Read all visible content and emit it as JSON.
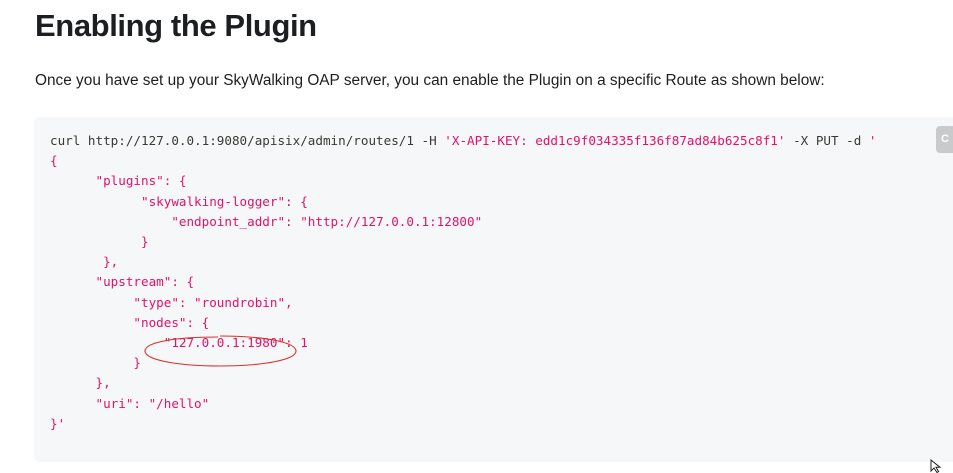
{
  "heading": "Enabling the Plugin",
  "intro": "Once you have set up your SkyWalking OAP server, you can enable the Plugin on a specific Route as shown below:",
  "copy_button_label": "C",
  "code_lines": [
    [
      [
        "plain",
        "curl http://127.0.0.1:9080/apisix/admin/routes/1 -H "
      ],
      [
        "str",
        "'X-API-KEY: edd1c9f034335f136f87ad84b625c8f1'"
      ],
      [
        "plain",
        " -X PUT -d "
      ],
      [
        "str",
        "'"
      ]
    ],
    [
      [
        "str",
        "{"
      ]
    ],
    [
      [
        "str",
        "      \"plugins\": {"
      ]
    ],
    [
      [
        "str",
        "            \"skywalking-logger\": {"
      ]
    ],
    [
      [
        "str",
        "                \"endpoint_addr\": \"http://127.0.0.1:12800\""
      ]
    ],
    [
      [
        "str",
        "            }"
      ]
    ],
    [
      [
        "str",
        "       },"
      ]
    ],
    [
      [
        "str",
        "      \"upstream\": {"
      ]
    ],
    [
      [
        "str",
        "           \"type\": \"roundrobin\","
      ]
    ],
    [
      [
        "str",
        "           \"nodes\": {"
      ]
    ],
    [
      [
        "str",
        "               \"127.0.0.1:1980\": 1"
      ]
    ],
    [
      [
        "str",
        "           }"
      ]
    ],
    [
      [
        "str",
        "      },"
      ]
    ],
    [
      [
        "str",
        "      \"uri\": \"/hello\""
      ]
    ],
    [
      [
        "str",
        "}'"
      ]
    ]
  ],
  "colors": {
    "code_background": "#f6f7f8",
    "string": "#e3116c",
    "plain": "#393a34",
    "annotation": "#d93025"
  },
  "icons": {
    "annotation": "red-ellipse-highlight",
    "cursor": "mouse-pointer-icon"
  }
}
